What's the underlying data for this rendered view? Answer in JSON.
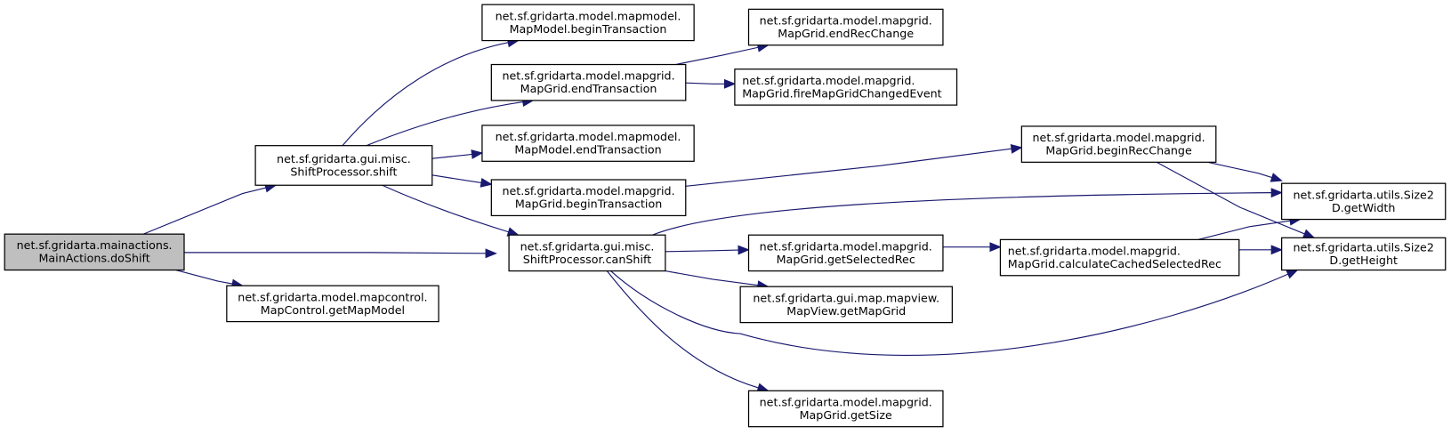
{
  "graph": {
    "type": "call-graph",
    "edge_color": "#191970",
    "root_fill": "#bfbfbf",
    "node_fill": "#ffffff",
    "nodes": [
      {
        "id": "doShift",
        "lines": [
          "net.sf.gridarta.mainactions.",
          "MainActions.doShift"
        ],
        "root": true
      },
      {
        "id": "shift",
        "lines": [
          "net.sf.gridarta.gui.misc.",
          "ShiftProcessor.shift"
        ]
      },
      {
        "id": "getMapModel",
        "lines": [
          "net.sf.gridarta.model.mapcontrol.",
          "MapControl.getMapModel"
        ]
      },
      {
        "id": "mmBeginTransaction",
        "lines": [
          "net.sf.gridarta.model.mapmodel.",
          "MapModel.beginTransaction"
        ]
      },
      {
        "id": "mgEndTransaction",
        "lines": [
          "net.sf.gridarta.model.mapgrid.",
          "MapGrid.endTransaction"
        ]
      },
      {
        "id": "mmEndTransaction",
        "lines": [
          "net.sf.gridarta.model.mapmodel.",
          "MapModel.endTransaction"
        ]
      },
      {
        "id": "mgBeginTransaction",
        "lines": [
          "net.sf.gridarta.model.mapgrid.",
          "MapGrid.beginTransaction"
        ]
      },
      {
        "id": "canShift",
        "lines": [
          "net.sf.gridarta.gui.misc.",
          "ShiftProcessor.canShift"
        ]
      },
      {
        "id": "endRecChange",
        "lines": [
          "net.sf.gridarta.model.mapgrid.",
          "MapGrid.endRecChange"
        ]
      },
      {
        "id": "fireMapGridChangedEvent",
        "lines": [
          "net.sf.gridarta.model.mapgrid.",
          "MapGrid.fireMapGridChangedEvent"
        ]
      },
      {
        "id": "beginRecChange",
        "lines": [
          "net.sf.gridarta.model.mapgrid.",
          "MapGrid.beginRecChange"
        ]
      },
      {
        "id": "getSelectedRec",
        "lines": [
          "net.sf.gridarta.model.mapgrid.",
          "MapGrid.getSelectedRec"
        ]
      },
      {
        "id": "getMapGrid",
        "lines": [
          "net.sf.gridarta.gui.map.mapview.",
          "MapView.getMapGrid"
        ]
      },
      {
        "id": "getSize",
        "lines": [
          "net.sf.gridarta.model.mapgrid.",
          "MapGrid.getSize"
        ]
      },
      {
        "id": "calculateCachedSelectedRec",
        "lines": [
          "net.sf.gridarta.model.mapgrid.",
          "MapGrid.calculateCachedSelectedRec"
        ]
      },
      {
        "id": "getWidth",
        "lines": [
          "net.sf.gridarta.utils.Size2",
          "D.getWidth"
        ]
      },
      {
        "id": "getHeight",
        "lines": [
          "net.sf.gridarta.utils.Size2",
          "D.getHeight"
        ]
      }
    ],
    "edges": [
      {
        "from": "doShift",
        "to": "shift"
      },
      {
        "from": "doShift",
        "to": "canShift"
      },
      {
        "from": "doShift",
        "to": "getMapModel"
      },
      {
        "from": "shift",
        "to": "mmBeginTransaction"
      },
      {
        "from": "shift",
        "to": "mgEndTransaction"
      },
      {
        "from": "shift",
        "to": "mmEndTransaction"
      },
      {
        "from": "shift",
        "to": "mgBeginTransaction"
      },
      {
        "from": "shift",
        "to": "canShift"
      },
      {
        "from": "mgEndTransaction",
        "to": "endRecChange"
      },
      {
        "from": "mgEndTransaction",
        "to": "fireMapGridChangedEvent"
      },
      {
        "from": "mgBeginTransaction",
        "to": "beginRecChange"
      },
      {
        "from": "beginRecChange",
        "to": "getWidth"
      },
      {
        "from": "beginRecChange",
        "to": "getHeight"
      },
      {
        "from": "canShift",
        "to": "getWidth"
      },
      {
        "from": "canShift",
        "to": "getSelectedRec"
      },
      {
        "from": "canShift",
        "to": "getMapGrid"
      },
      {
        "from": "canShift",
        "to": "getHeight"
      },
      {
        "from": "canShift",
        "to": "getSize"
      },
      {
        "from": "getSelectedRec",
        "to": "calculateCachedSelectedRec"
      },
      {
        "from": "calculateCachedSelectedRec",
        "to": "getWidth"
      },
      {
        "from": "calculateCachedSelectedRec",
        "to": "getHeight"
      }
    ]
  }
}
